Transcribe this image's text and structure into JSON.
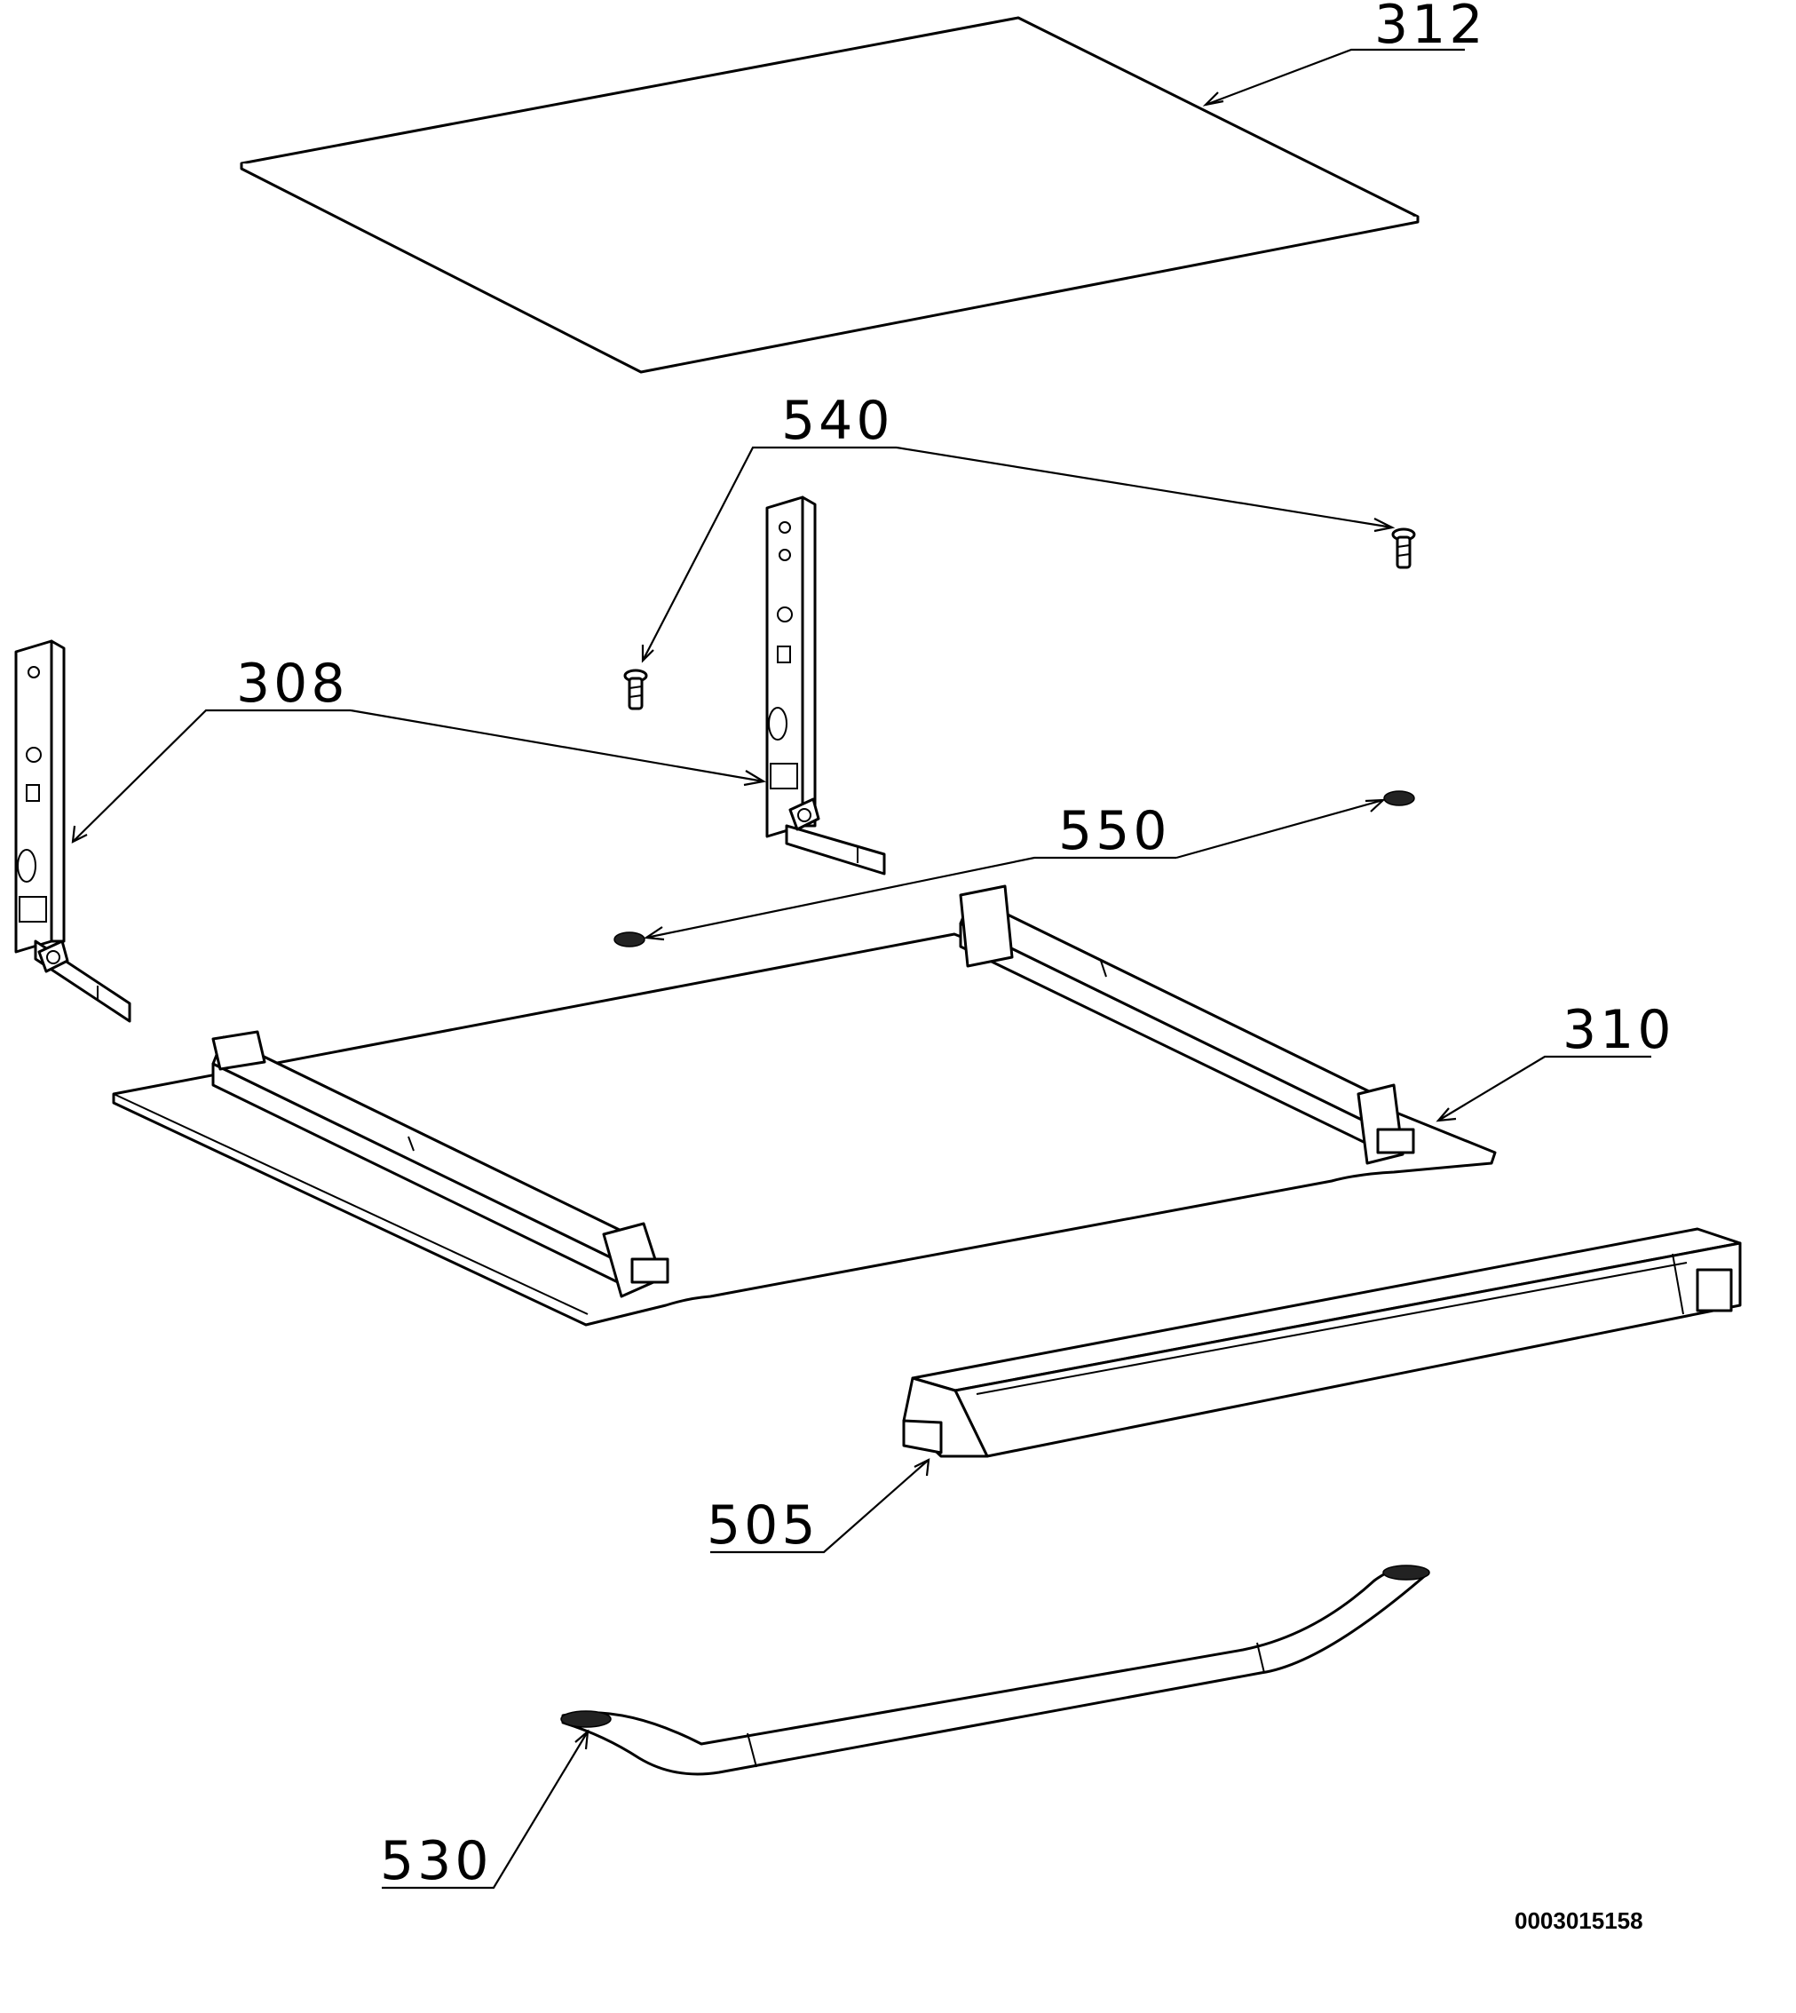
{
  "callouts": {
    "c312": "312",
    "c540": "540",
    "c308": "308",
    "c550": "550",
    "c310": "310",
    "c505": "505",
    "c530": "530"
  },
  "document_id": "0003015158"
}
